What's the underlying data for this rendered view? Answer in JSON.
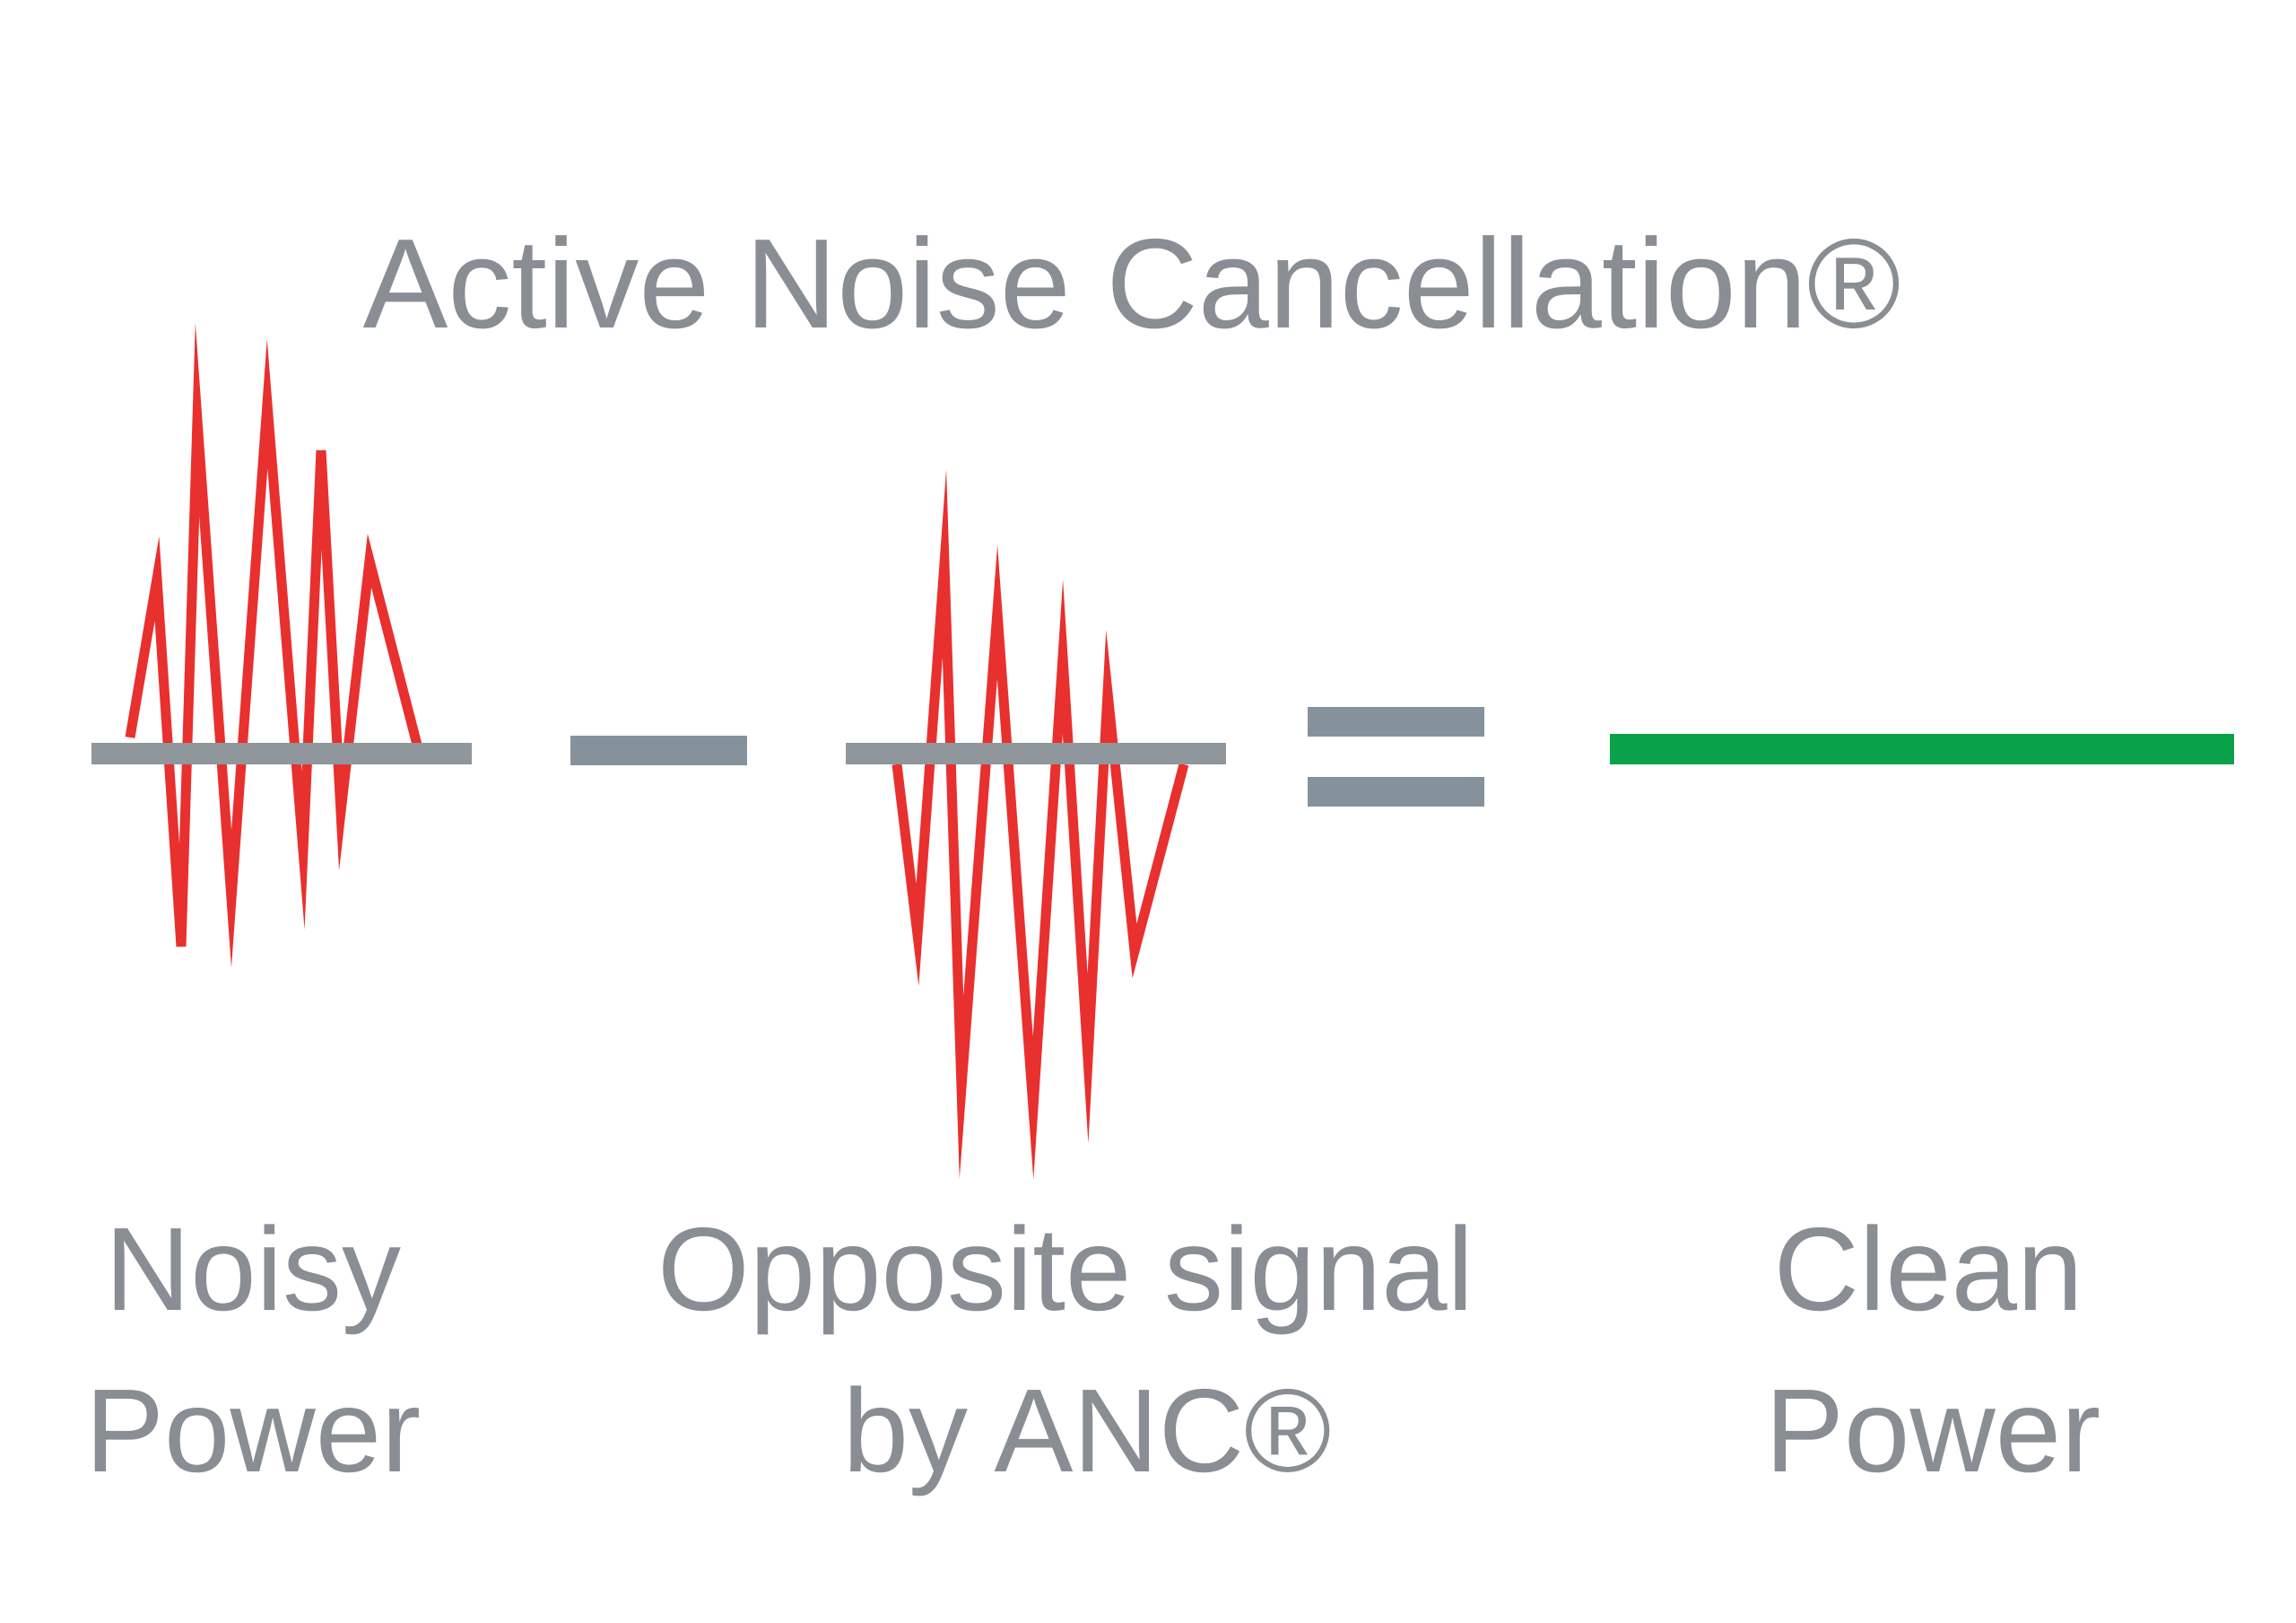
{
  "title": "Active Noise Cancellation®",
  "operators": {
    "minus": "minus",
    "equals": "equals"
  },
  "terms": [
    {
      "line1": "Noisy",
      "line2": "Power",
      "signal": "noisy-wave-icon"
    },
    {
      "line1": "Opposite signal",
      "line2": "by ANC®",
      "signal": "inverted-wave-icon"
    },
    {
      "line1": "Clean",
      "line2": "Power",
      "signal": "flat-line-icon"
    }
  ],
  "colors": {
    "text": "#898d94",
    "baseline": "#8f969c",
    "operator": "#86929b",
    "noise_wave": "#e8302f",
    "clean_line": "#0aa14b",
    "background": "#ffffff"
  }
}
